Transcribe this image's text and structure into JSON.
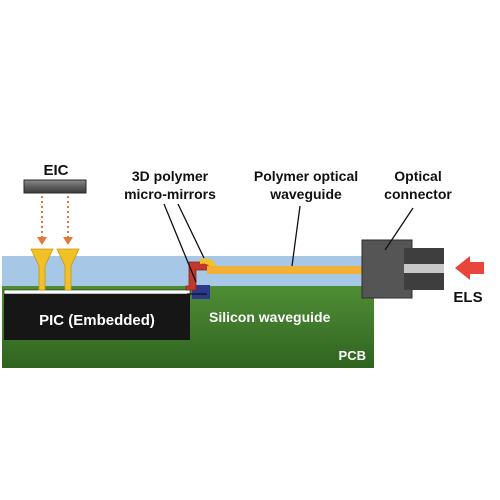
{
  "labels": {
    "eic": "EIC",
    "micro_mirrors_line1": "3D polymer",
    "micro_mirrors_line2": "micro-mirrors",
    "waveguide_line1": "Polymer optical",
    "waveguide_line2": "waveguide",
    "connector_line1": "Optical",
    "connector_line2": "connector",
    "els": "ELS",
    "pic": "PIC (Embedded)",
    "silicon_waveguide": "Silicon waveguide",
    "pcb": "PCB"
  },
  "colors": {
    "pcb_green": "#3e7a2a",
    "cladding_blue": "#a6c8e6",
    "pic_black": "#161616",
    "waveguide_orange": "#f2b034",
    "connector_gray": "#555555",
    "mirror_red": "#c0392b",
    "arrow_red": "#e8463a",
    "eic_gray": "#5e5e5e",
    "dotted_arrow": "#e07a3a"
  }
}
